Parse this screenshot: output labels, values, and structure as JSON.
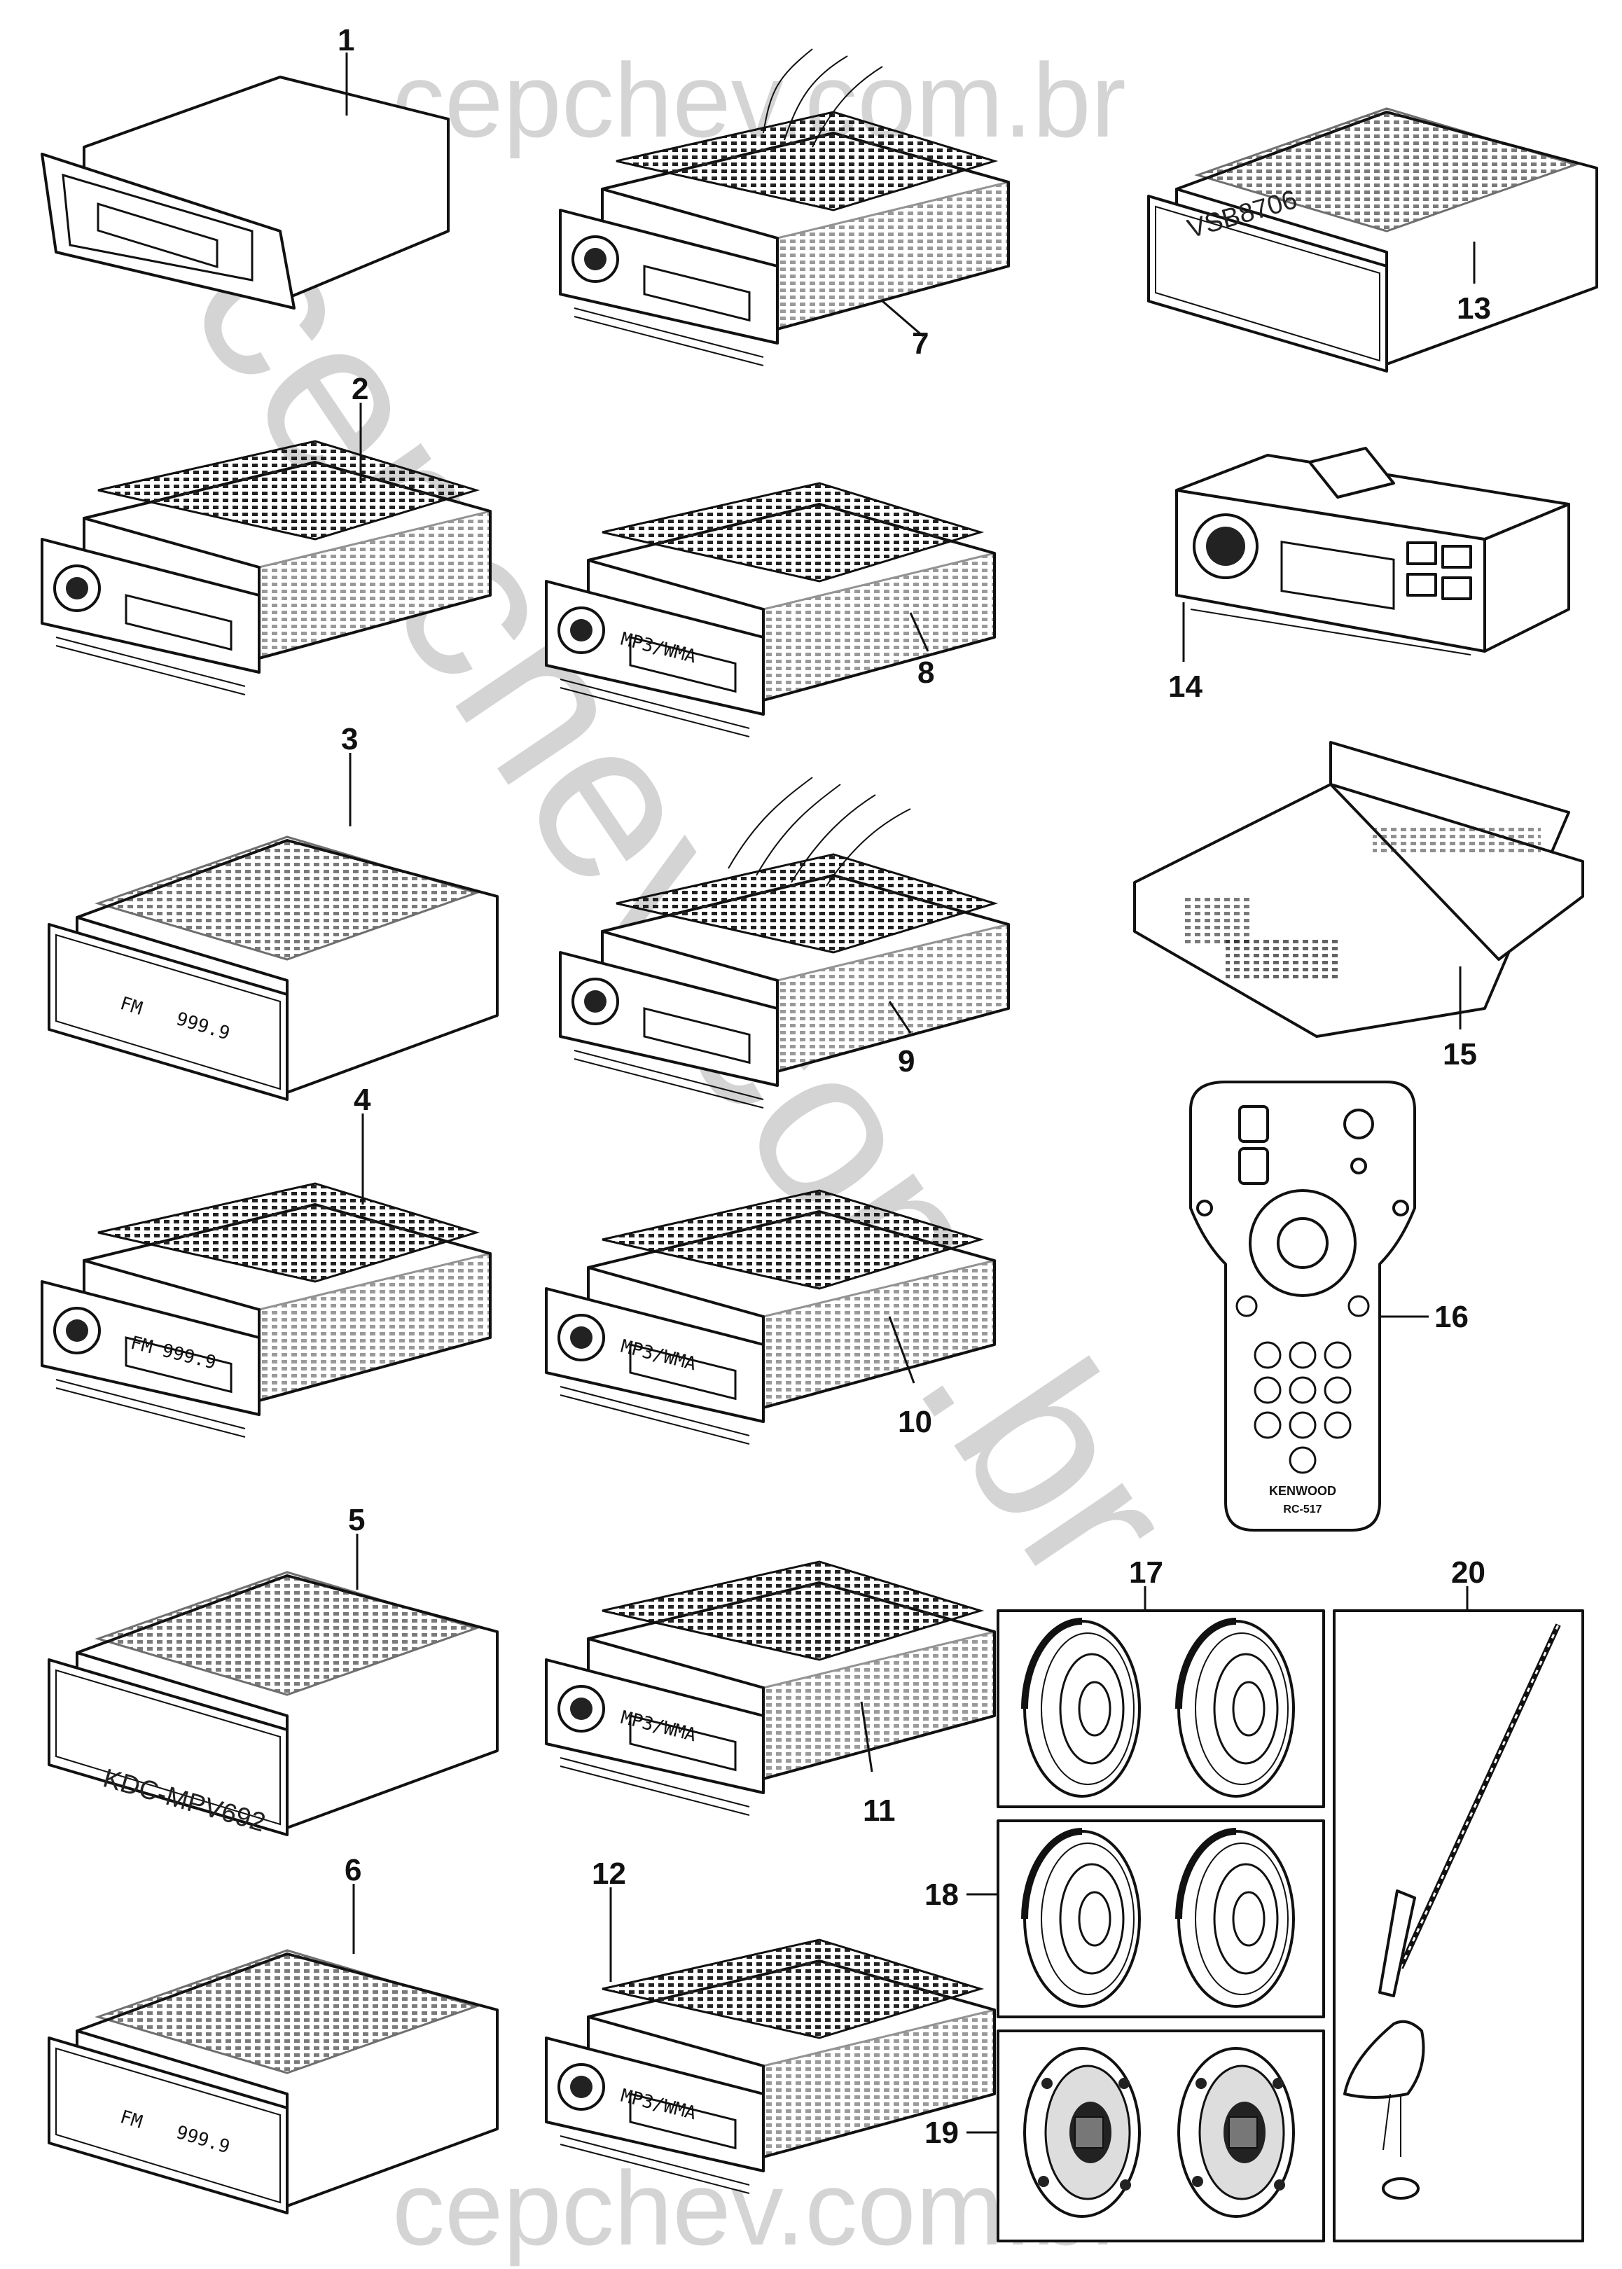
{
  "watermark": {
    "top": "cepchev.com.br",
    "bottom": "cepchev.com.br",
    "diagonal": "cepchev.com.br"
  },
  "parts": [
    {
      "number": "1"
    },
    {
      "number": "2"
    },
    {
      "number": "3"
    },
    {
      "number": "4"
    },
    {
      "number": "5",
      "face_label": "KDC-MPV692"
    },
    {
      "number": "6"
    },
    {
      "number": "7"
    },
    {
      "number": "8",
      "display_text": "MP3/WMA"
    },
    {
      "number": "9"
    },
    {
      "number": "10",
      "display_text": "MP3/WMA"
    },
    {
      "number": "11",
      "display_text": "MP3/WMA"
    },
    {
      "number": "12",
      "display_text": "MP3/WMA"
    },
    {
      "number": "13",
      "face_label": "VSB8706"
    },
    {
      "number": "14"
    },
    {
      "number": "15"
    },
    {
      "number": "16",
      "brand": "KENWOOD",
      "model": "RC-517"
    },
    {
      "number": "17"
    },
    {
      "number": "18"
    },
    {
      "number": "19"
    },
    {
      "number": "20"
    }
  ],
  "lcd_text": {
    "fm": "FM",
    "freq": "999.9"
  },
  "colors": {
    "line": "#111111",
    "watermark": "#d4d4d4",
    "background": "#ffffff"
  }
}
